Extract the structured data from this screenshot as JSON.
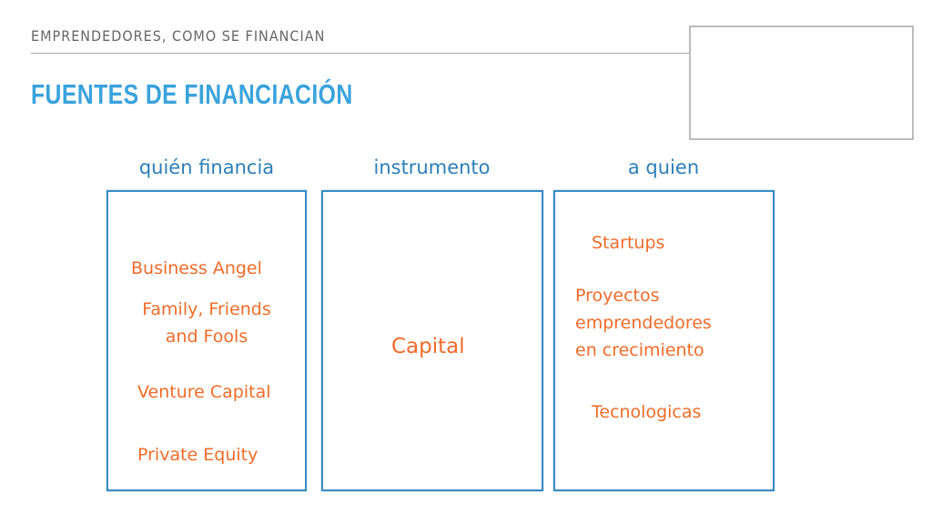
{
  "header": {
    "section": "EMPRENDEDORES, COMO SE FINANCIAN",
    "title": "FUENTES DE FINANCIACIÓN"
  },
  "columns": [
    {
      "heading": "quién financia",
      "items": [
        "Business Angel",
        "Family, Friends\nand Fools",
        "Venture Capital",
        "Private Equity"
      ]
    },
    {
      "heading": "instrumento",
      "items": [
        "Capital"
      ]
    },
    {
      "heading": "a quien",
      "items": [
        "Startups",
        "Proyectos\nemprendedores\nen crecimiento",
        "Tecnologicas"
      ]
    }
  ],
  "colors": {
    "title": "#3aa3dc",
    "heading": "#2c7fb8",
    "item": "#ef6c2a",
    "border": "#3a8cc4"
  }
}
